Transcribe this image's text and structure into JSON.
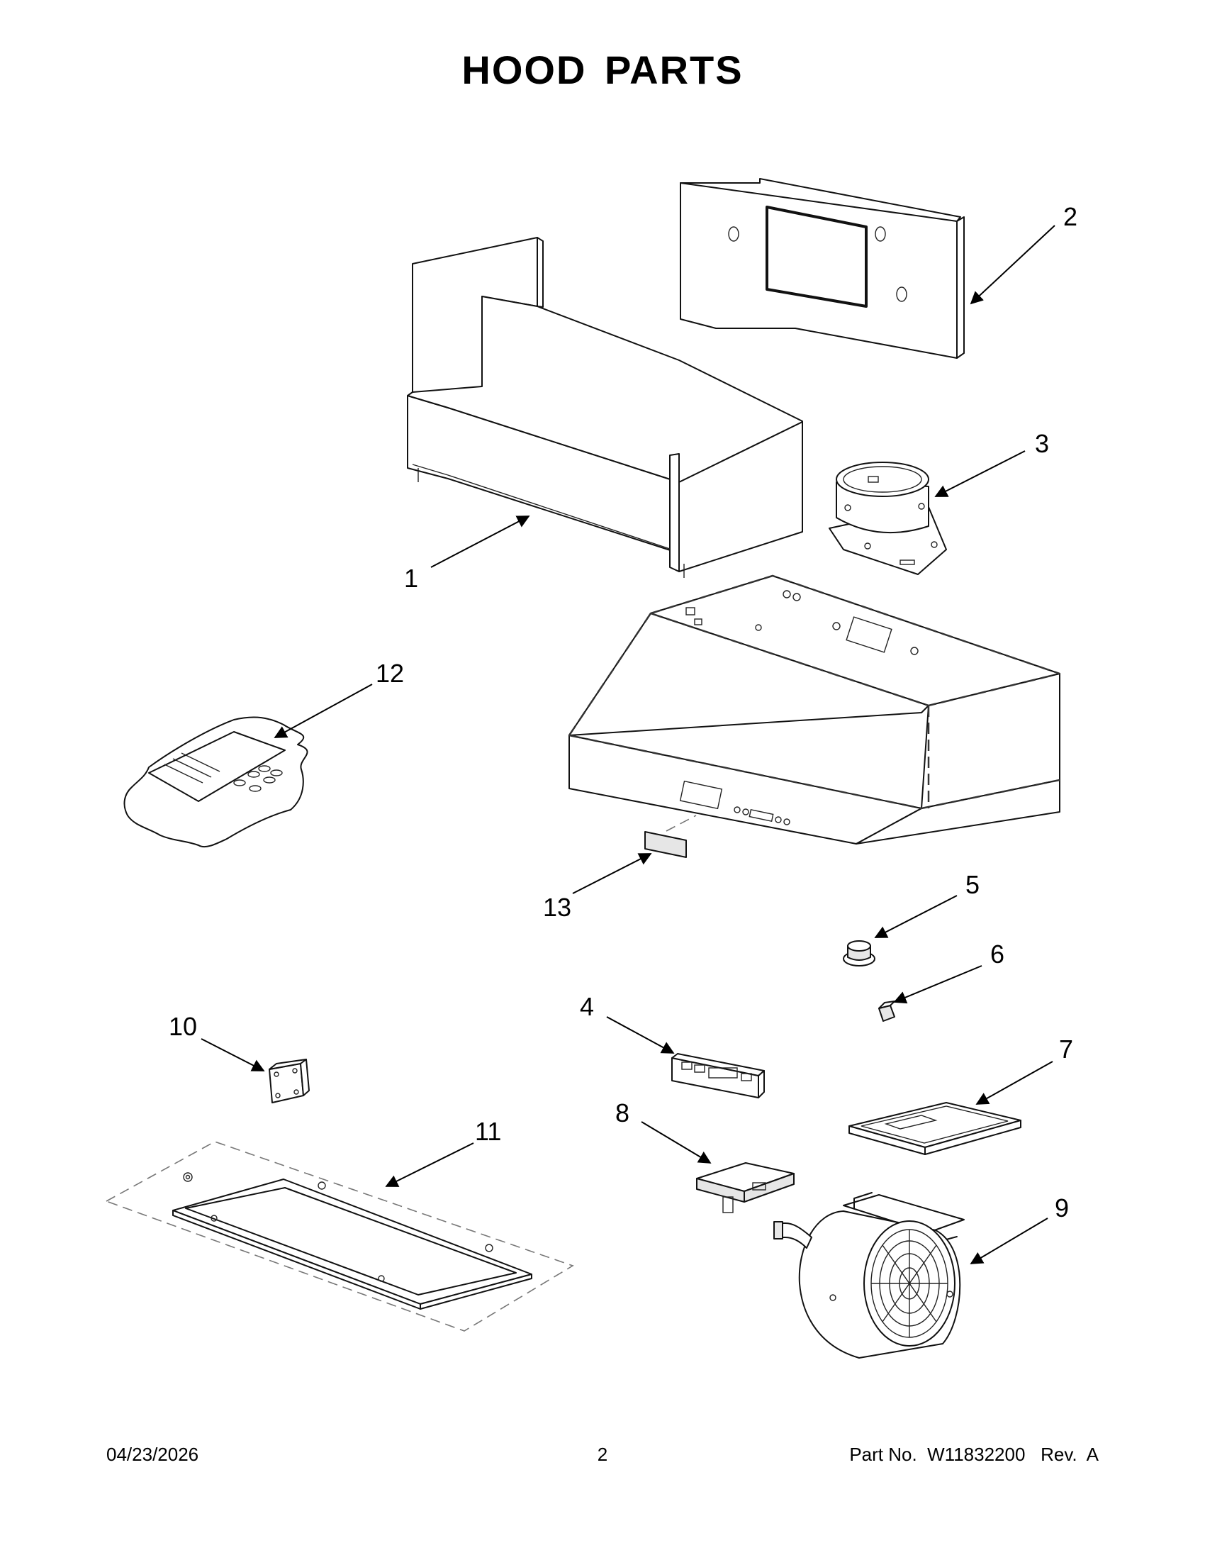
{
  "title": "HOOD  PARTS",
  "callouts": {
    "c1": "1",
    "c2": "2",
    "c3": "3",
    "c4": "4",
    "c5": "5",
    "c6": "6",
    "c7": "7",
    "c8": "8",
    "c9": "9",
    "c10": "10",
    "c11": "11",
    "c12": "12",
    "c13": "13"
  },
  "footer": {
    "date": "04/23/2026",
    "page": "2",
    "part_no": "Part No.  W11832200   Rev.  A"
  }
}
